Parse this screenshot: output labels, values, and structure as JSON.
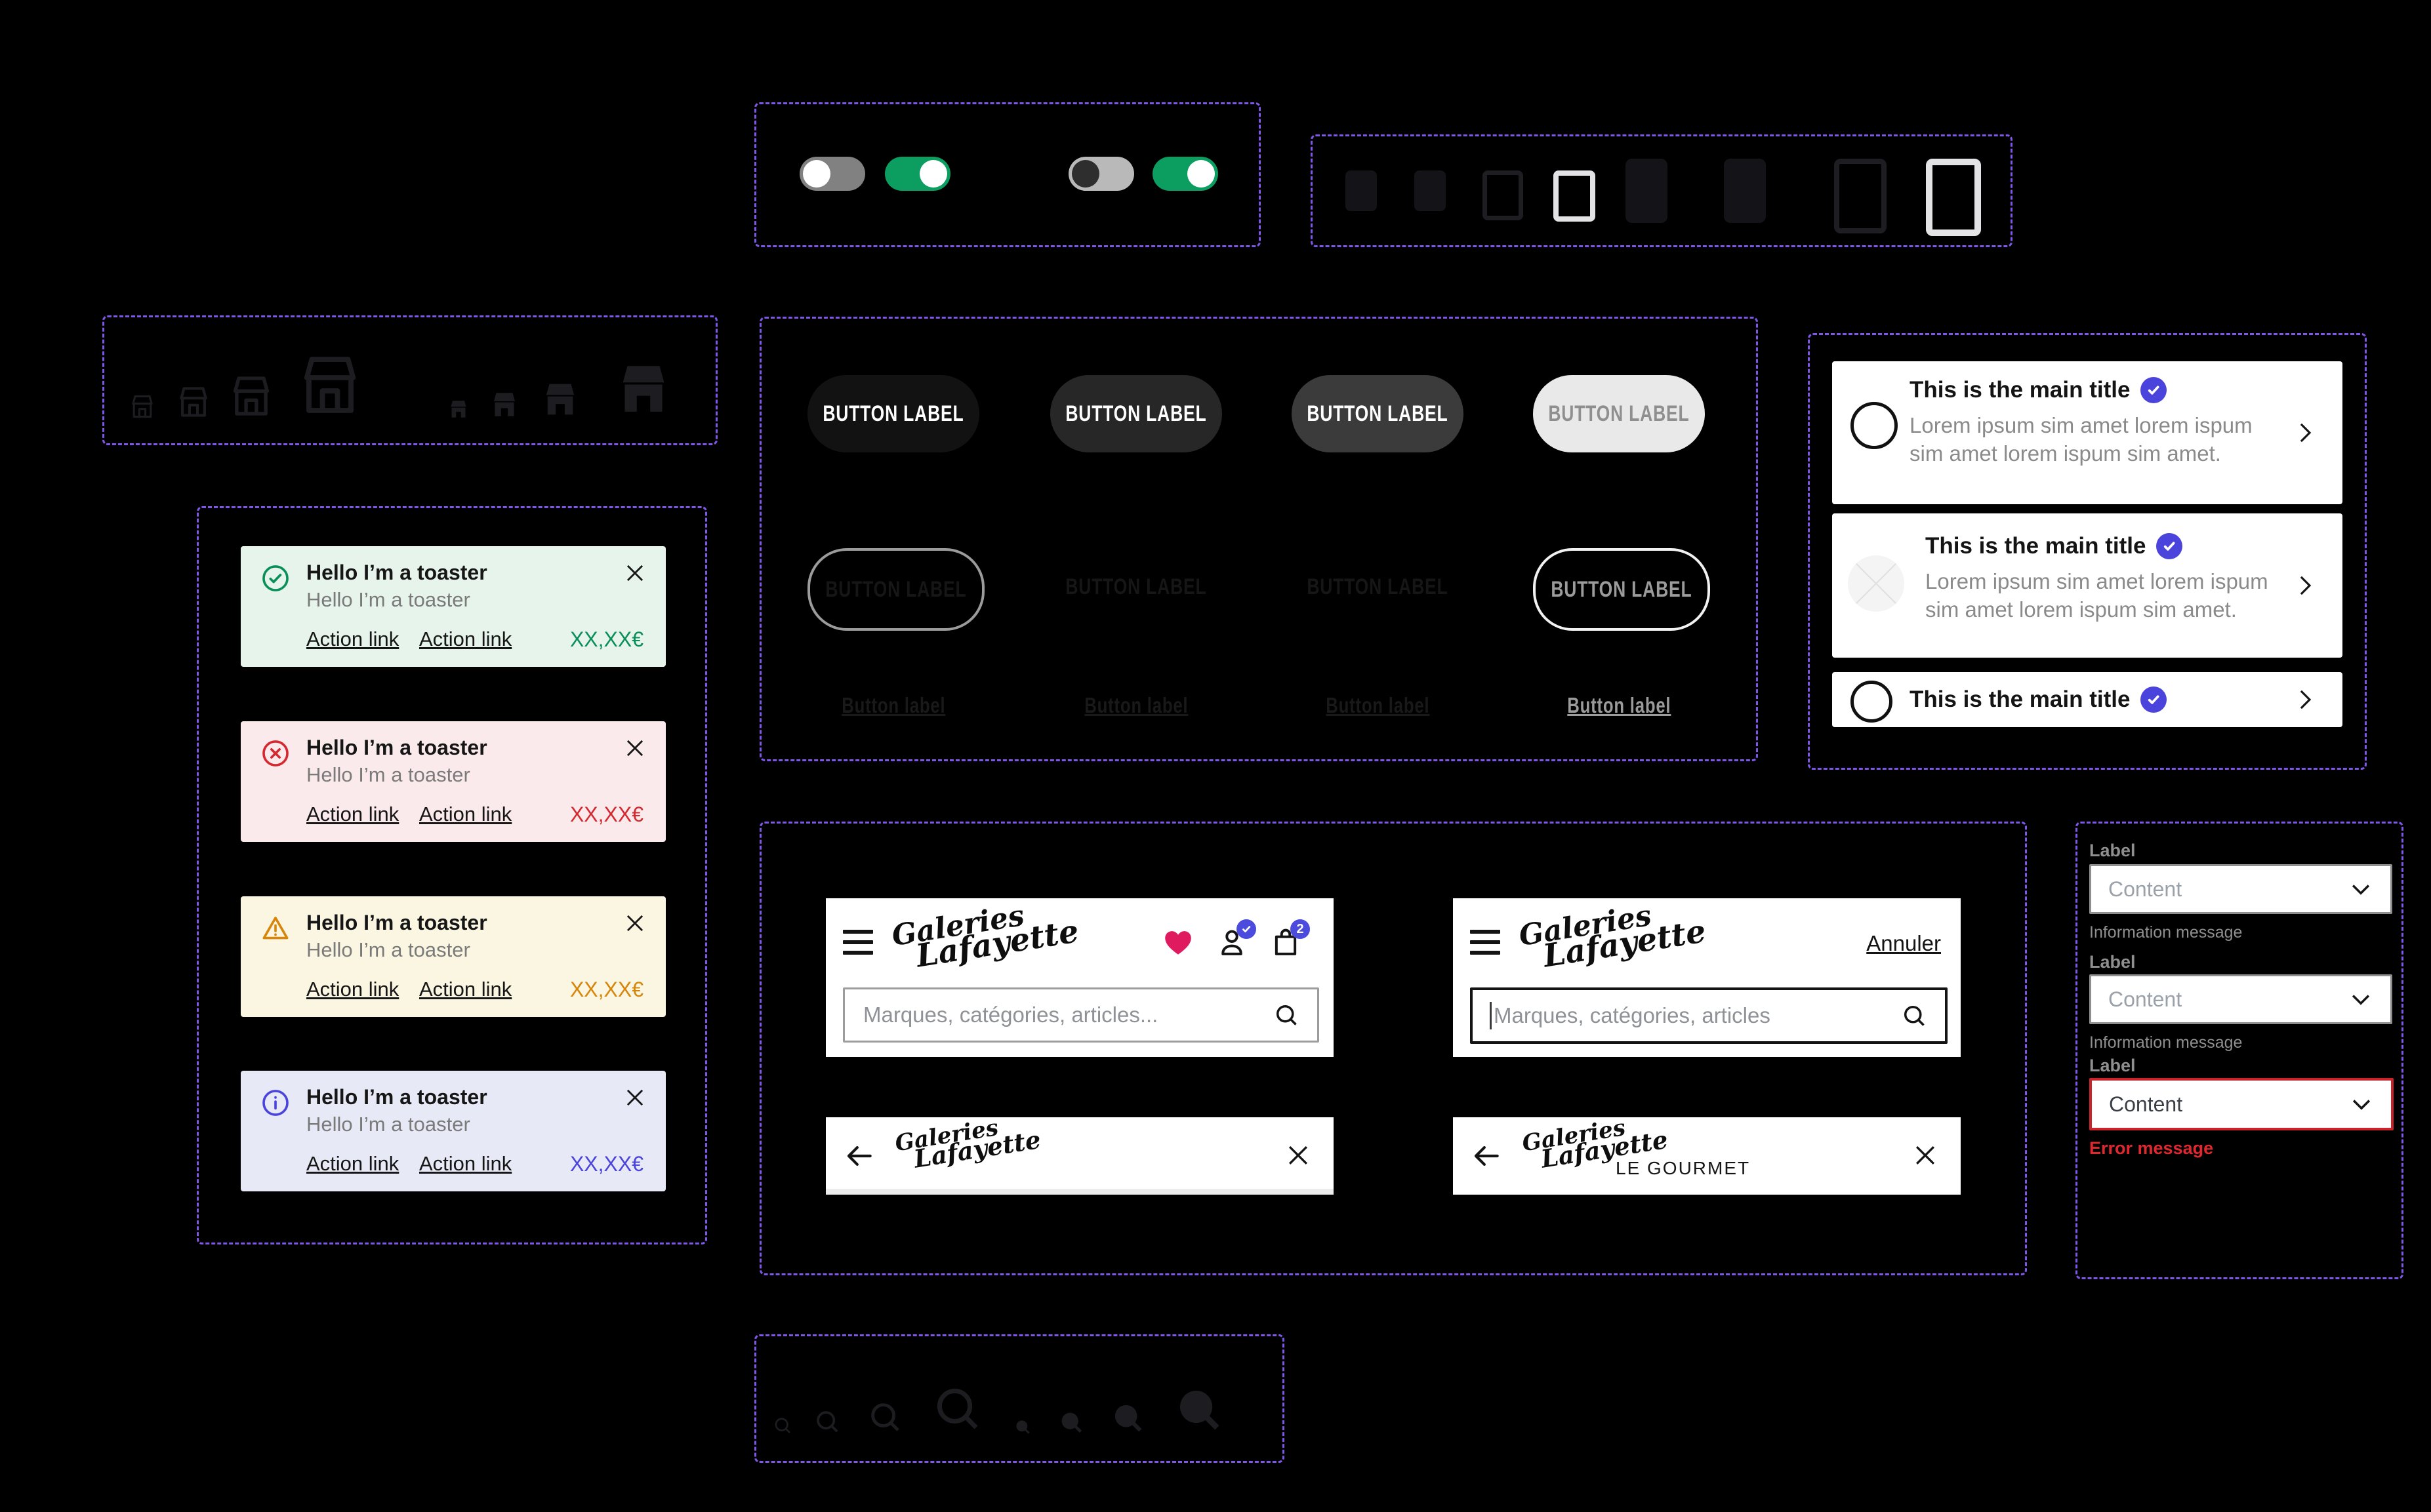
{
  "page": {
    "background": "#000000",
    "frame_border_color": "#7E57E8"
  },
  "toggles": {
    "states": [
      "off",
      "on",
      "off-disabled",
      "on"
    ]
  },
  "checkboxes": {
    "states": [
      "filled-small",
      "filled-small",
      "outline-dark-small",
      "outline-light-small",
      "filled-large",
      "filled-large",
      "outline-dark-large",
      "outline-light-large"
    ]
  },
  "store_icons": {
    "outline_count": 4,
    "filled_count": 4
  },
  "search_icons": {
    "outline_count": 4,
    "filled_count": 4
  },
  "buttons": {
    "label_caps": "BUTTON LABEL",
    "label_text": "Button label"
  },
  "cards": {
    "title": "This is the main title",
    "body": "Lorem ipsum sim amet lorem ispum sim amet lorem ispum sim amet."
  },
  "toasts": {
    "title": "Hello I’m a toaster",
    "subtitle": "Hello I’m a toaster",
    "action1": "Action link",
    "action2": "Action link",
    "price": "XX,XX€"
  },
  "header": {
    "logo_line1": "Galeries",
    "logo_line2": "Lafayette",
    "search_placeholder": "Marques, catégories, articles...",
    "search_placeholder_focused": "Marques, catégories, articles",
    "cancel_label": "Annuler",
    "store_suffix": "LE GOURMET",
    "cart_badge": "2"
  },
  "form": {
    "label": "Label",
    "content_placeholder": "Content",
    "helper": "Information message",
    "error": "Error message"
  },
  "colors": {
    "success": "#0B8F58",
    "error": "#D5292F",
    "warning": "#D8860B",
    "info": "#4B44DC",
    "heart": "#E01A5F",
    "badge": "#4B44DC",
    "toggle_on": "#0B9E60",
    "toast_success_bg": "#E6F4EB",
    "toast_error_bg": "#FBEAEC",
    "toast_warning_bg": "#FAF6E1",
    "toast_info_bg": "#E7EAF6"
  }
}
